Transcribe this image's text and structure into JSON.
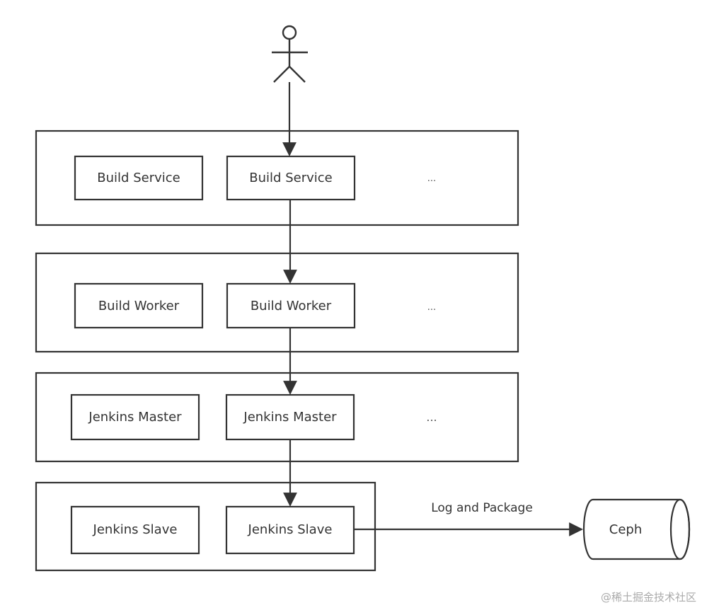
{
  "layers": [
    {
      "name": "build-service-layer",
      "nodes": [
        "Build Service",
        "Build Service"
      ],
      "more": "..."
    },
    {
      "name": "build-worker-layer",
      "nodes": [
        "Build Worker",
        "Build Worker"
      ],
      "more": "..."
    },
    {
      "name": "jenkins-master-layer",
      "nodes": [
        "Jenkins Master",
        "Jenkins Master"
      ],
      "more": "..."
    },
    {
      "name": "jenkins-slave-layer",
      "nodes": [
        "Jenkins Slave",
        "Jenkins Slave"
      ]
    }
  ],
  "storage": {
    "label": "Ceph"
  },
  "edge_label": "Log and Package",
  "watermark": "@稀土掘金技术社区",
  "colors": {
    "stroke": "#333333",
    "text": "#333333",
    "background": "#ffffff"
  },
  "icons": {
    "actor": "user-stick-figure-icon"
  }
}
